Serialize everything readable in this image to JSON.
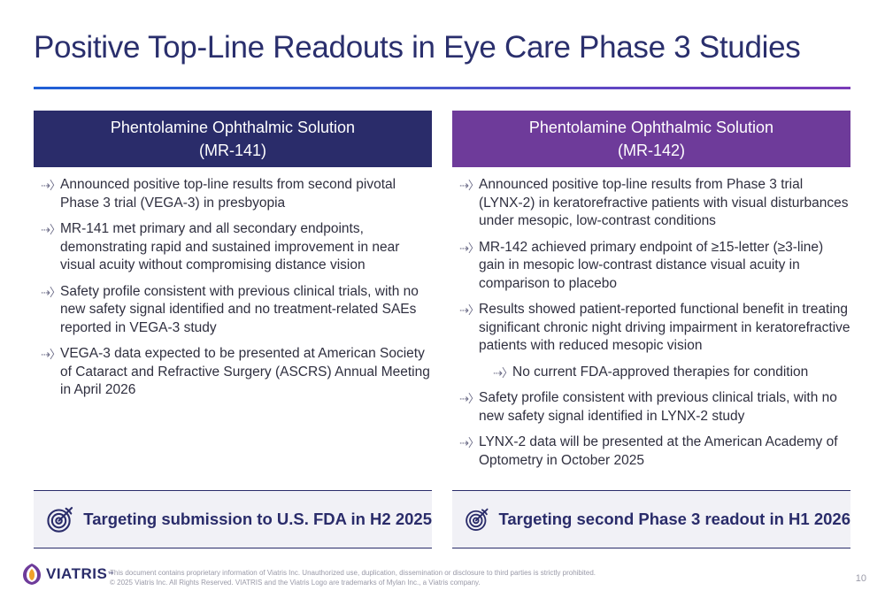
{
  "title": "Positive Top-Line Readouts in Eye Care Phase 3 Studies",
  "left": {
    "header_line1": "Phentolamine Ophthalmic Solution",
    "header_line2": "(MR-141)",
    "bullets": [
      "Announced positive top-line results from second pivotal Phase 3 trial (VEGA-3) in presbyopia",
      "MR-141 met primary and all secondary endpoints, demonstrating rapid and sustained improvement in near visual acuity without compromising distance vision",
      "Safety profile consistent with previous clinical trials, with no new safety signal identified and no treatment-related SAEs reported in VEGA-3 study",
      "VEGA-3 data expected to be presented at American Society of Cataract and Refractive Surgery (ASCRS) Annual Meeting in April 2026"
    ],
    "target": "Targeting submission to U.S. FDA in H2 2025"
  },
  "right": {
    "header_line1": "Phentolamine Ophthalmic Solution",
    "header_line2": "(MR-142)",
    "bullets": [
      "Announced positive top-line results from Phase 3 trial (LYNX-2) in keratorefractive patients with visual disturbances under mesopic, low-contrast conditions",
      "MR-142 achieved primary endpoint of ≥15-letter (≥3-line) gain in mesopic low-contrast distance visual acuity in comparison to placebo",
      "Results showed patient-reported functional benefit in treating significant chronic night driving impairment in keratorefractive patients with reduced mesopic vision",
      "No current FDA-approved therapies for condition",
      "Safety profile consistent with previous clinical trials, with  no new safety signal identified in LYNX-2 study",
      "LYNX-2 data will be presented at the American Academy of Optometry in October 2025"
    ],
    "target": "Targeting second Phase 3 readout in H1 2026"
  },
  "footer": {
    "logo": "VIATRIS",
    "trademark": "™",
    "line1": "This document contains proprietary information of Viatris Inc. Unauthorized use, duplication, dissemination or disclosure to third parties is strictly prohibited.",
    "line2": "© 2025 Viatris Inc. All Rights Reserved. VIATRIS and the Viatris Logo are trademarks of Mylan Inc., a Viatris company.",
    "page_number": "10"
  },
  "icons": {
    "bullet": "arrow-right-icon",
    "target": "target-icon",
    "logo": "viatris-globe-icon"
  },
  "colors": {
    "navy": "#2a2c6a",
    "purple": "#6e3b9a",
    "title": "#2a2f6d"
  }
}
